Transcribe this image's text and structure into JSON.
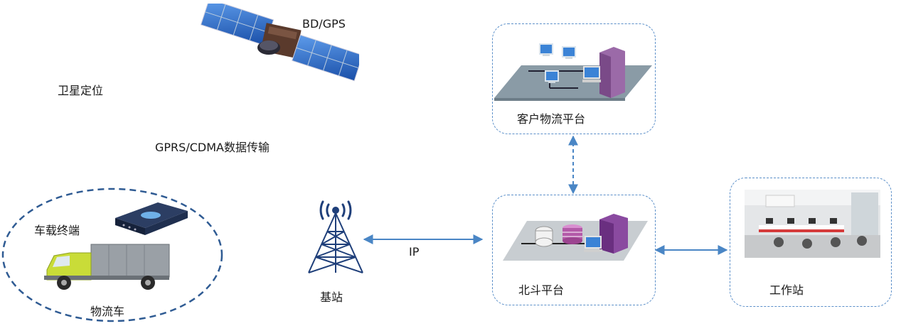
{
  "labels": {
    "satellite_system": "BD/GPS",
    "satellite_positioning": "卫星定位",
    "data_transmission": "GPRS/CDMA数据传输",
    "vehicle_terminal": "车载终端",
    "logistics_truck": "物流车",
    "base_station": "基站",
    "ip_link": "IP",
    "customer_platform": "客户物流平台",
    "beidou_platform": "北斗平台",
    "workstation": "工作站"
  },
  "colors": {
    "connector": "#4a86c5",
    "box_border": "#5b8fc9",
    "tower": "#1f3f7a"
  },
  "icons": [
    "satellite-icon",
    "tower-icon",
    "truck-icon",
    "terminal-device-icon",
    "network-platform-icon",
    "server-platform-icon",
    "office-photo-icon"
  ]
}
